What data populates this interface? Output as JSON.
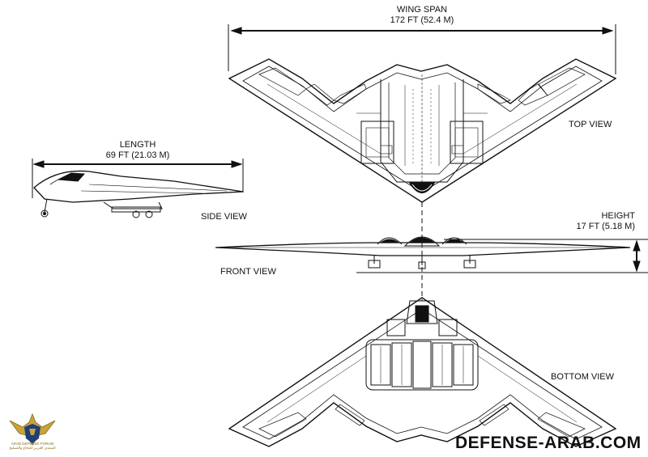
{
  "labels": {
    "wing_span": "WING SPAN",
    "wing_span_value": "172 FT (52.4 M)",
    "length": "LENGTH",
    "length_value": "69 FT (21.03 M)",
    "top_view": "TOP VIEW",
    "side_view": "SIDE VIEW",
    "height": "HEIGHT",
    "height_value": "17 FT (5.18 M)",
    "front_view": "FRONT VIEW",
    "bottom_view": "BOTTOM VIEW"
  },
  "watermark": "DEFENSE-ARAB.COM",
  "logo": {
    "name": "arab-defense-forum-emblem",
    "lines": [
      "ARAB DEFENSE FORUM",
      "المنتدى العربي للدفاع والتسليح"
    ]
  },
  "colors": {
    "ink": "#111111",
    "paper": "#ffffff",
    "logo_gold": "#c9a23a",
    "logo_blue": "#1f3f7a"
  }
}
